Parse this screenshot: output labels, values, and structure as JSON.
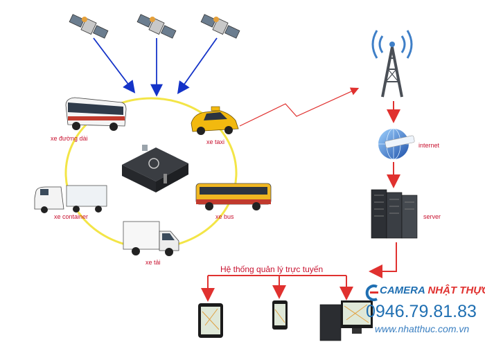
{
  "vehicles": {
    "long_distance": "xe đường dài",
    "taxi": "xe taxi",
    "container": "xe container",
    "bus": "xe bus",
    "truck": "xe tải"
  },
  "network": {
    "internet": "internet",
    "server": "server"
  },
  "management_label": "Hệ thống quản lý trực tuyến",
  "brand": {
    "name_part1": "CAMERA",
    "name_part2": "NHẬT THỰC",
    "phone": "0946.79.81.83",
    "website": "www.nhatthuc.com.vn"
  },
  "colors": {
    "ring": "#f3e547",
    "arrow_blue": "#1433c8",
    "arrow_red": "#e0312f",
    "brand_blue": "#1f6fb2"
  }
}
